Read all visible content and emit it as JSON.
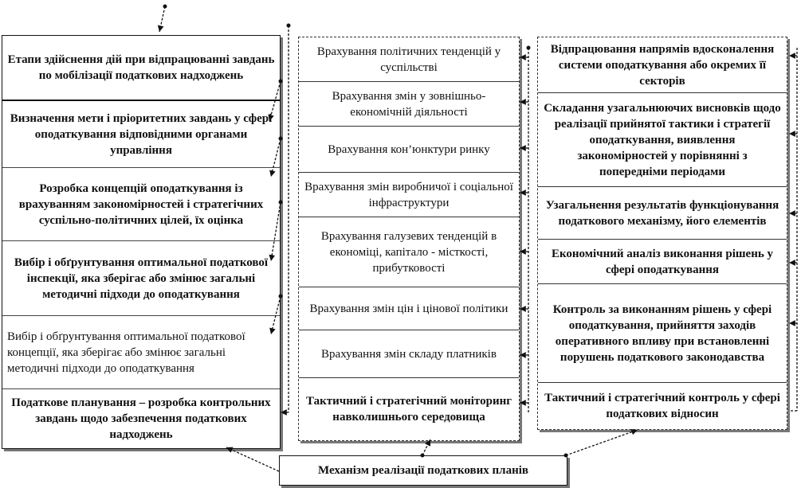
{
  "left_column": [
    {
      "text": "Етапи здійснення дій при відпрацюванні завдань по мобілізації податкових надходжень",
      "bold": true
    },
    {
      "text": "Визначення мети і пріоритетних завдань у сфері оподаткування відповідними органами управління",
      "bold": true
    },
    {
      "text": "Розробка концепцій оподаткування із врахуванням закономірностей і стратегічних суспільно-політичних цілей, їх оцінка",
      "bold": true
    },
    {
      "text": "Вибір і обґрунтування оптимальної податкової інспекції, яка зберігає або змінює загальні методичні підходи до оподаткування",
      "bold": true
    },
    {
      "text": "Вибір і обґрунтування оптимальної податкової концепції, яка зберігає або змінює загальні методичні підходи до оподаткування",
      "bold": false
    },
    {
      "text": "Податкове планування – розробка контрольних завдань щодо забезпечення податкових надходжень",
      "bold": true
    }
  ],
  "middle_column": [
    {
      "text": "Врахування політичних тенденцій у суспільстві",
      "bold": false
    },
    {
      "text": "Врахування змін у зовнішньо-економічній діяльності",
      "bold": false
    },
    {
      "text": "Врахування кон’юнктури ринку",
      "bold": false
    },
    {
      "text": "Врахування змін виробничої і соціальної інфраструктури",
      "bold": false
    },
    {
      "text": "Врахування галузевих тенденцій в економіці, капітало - місткості, прибутковості",
      "bold": false
    },
    {
      "text": "Врахування змін цін і цінової політики",
      "bold": false
    },
    {
      "text": "Врахування змін складу платників",
      "bold": false
    },
    {
      "text": "Тактичний і стратегічний моніторинг навколишнього середовища",
      "bold": true
    }
  ],
  "right_column": [
    {
      "text": "Відпрацювання напрямів вдосконалення системи оподаткування або окремих її секторів",
      "bold": true
    },
    {
      "text": "Складання узагальнюючих висновків щодо реалізації прийнятої тактики і стратегії оподаткування, виявлення закономірностей у порівнянні з попередніми періодами",
      "bold": true
    },
    {
      "text": "Узагальнення результатів функціонування податкового механізму, його елементів",
      "bold": true
    },
    {
      "text": "Економічний аналіз виконання рішень у сфері оподаткування",
      "bold": true
    },
    {
      "text": "Контроль за виконанням рішень у сфері оподаткування, прийняття заходів оперативного впливу при встановленні порушень податкового законодавства",
      "bold": true
    },
    {
      "text": "Тактичний і стратегічний контроль у сфері податкових відносин",
      "bold": true
    }
  ],
  "bottom_box": "Механізм реалізації податкових планів"
}
